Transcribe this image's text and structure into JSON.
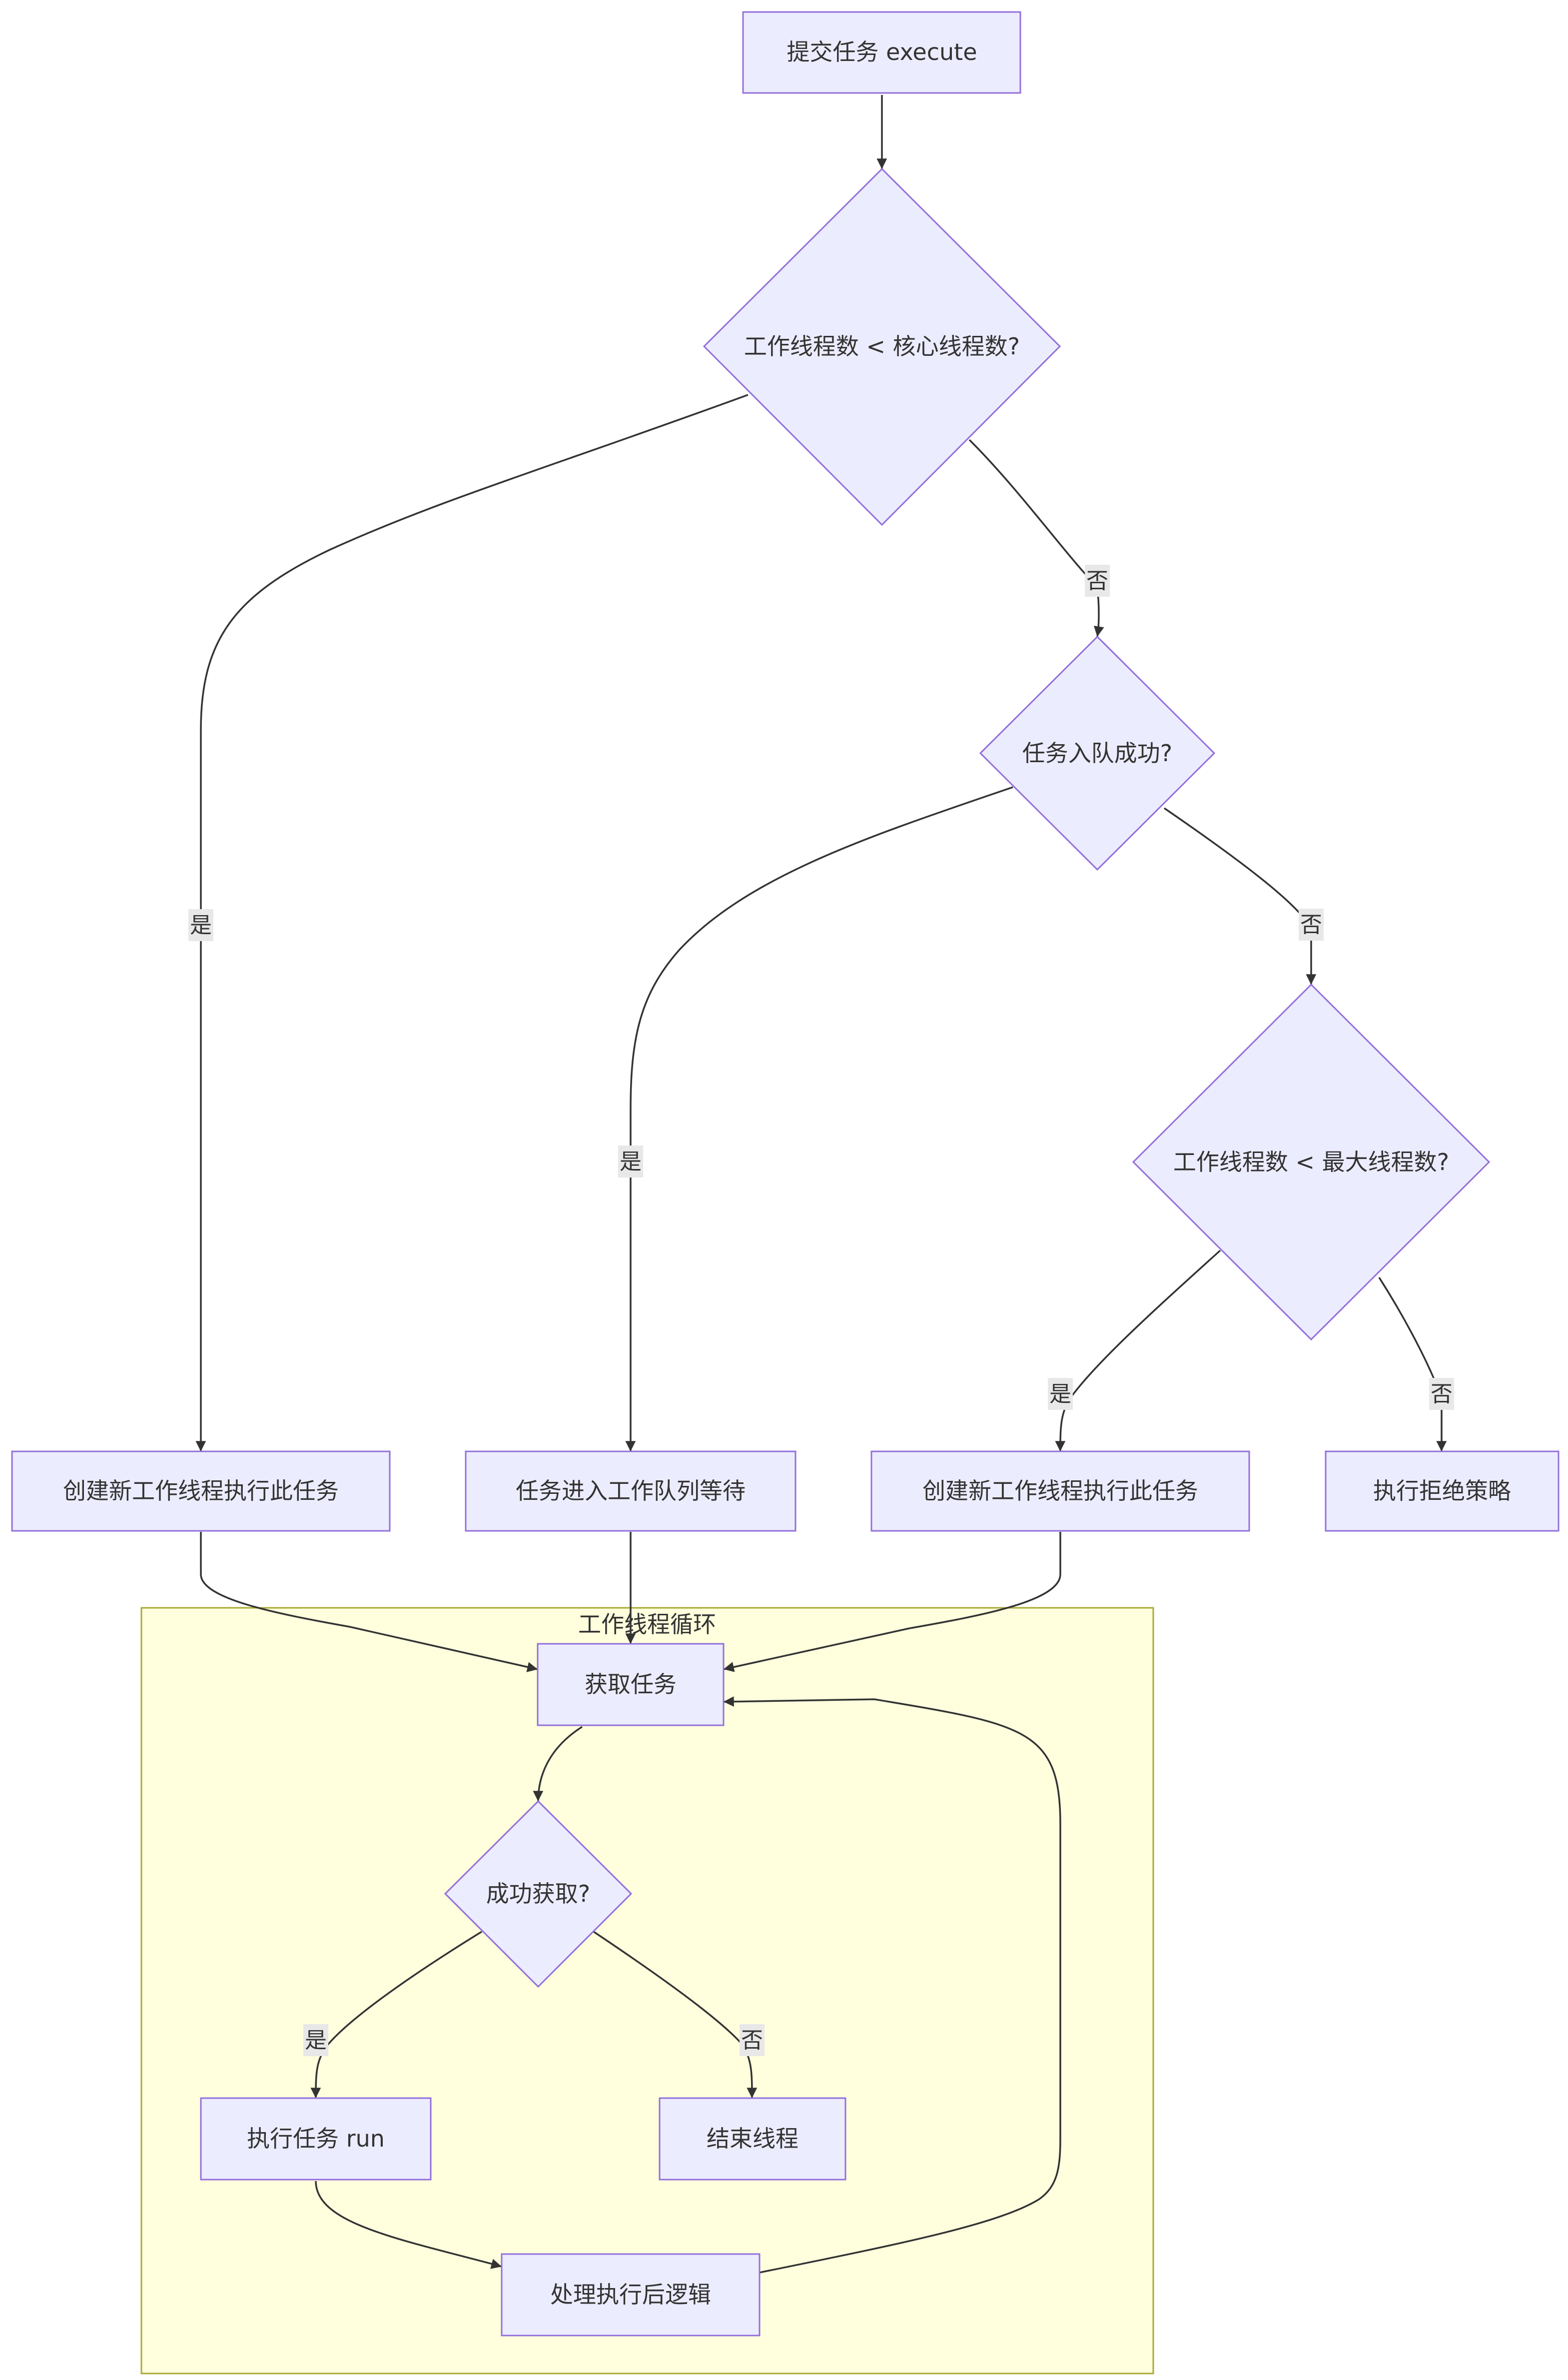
{
  "diagram": {
    "type": "flowchart",
    "colors": {
      "node_fill": "#ECECFF",
      "node_stroke": "#9370DB",
      "cluster_fill": "#FFFFDE",
      "cluster_stroke": "#AAAA33",
      "edge": "#333333",
      "label_bg": "#E8E8E8"
    },
    "cluster": {
      "label": "工作线程循环"
    },
    "nodes": {
      "submit": "提交任务 execute",
      "check_core": "工作线程数 < 核心线程数?",
      "check_queue": "任务入队成功?",
      "check_max": "工作线程数 < 最大线程数?",
      "create_core": "创建新工作线程执行此任务",
      "enqueue": "任务进入工作队列等待",
      "create_max": "创建新工作线程执行此任务",
      "reject": "执行拒绝策略",
      "get_task": "获取任务",
      "check_get": "成功获取?",
      "run_task": "执行任务 run",
      "end_thread": "结束线程",
      "after_run": "处理执行后逻辑"
    },
    "edge_labels": {
      "core_yes": "是",
      "core_no": "否",
      "queue_yes": "是",
      "queue_no": "否",
      "max_yes": "是",
      "max_no": "否",
      "get_yes": "是",
      "get_no": "否"
    }
  }
}
